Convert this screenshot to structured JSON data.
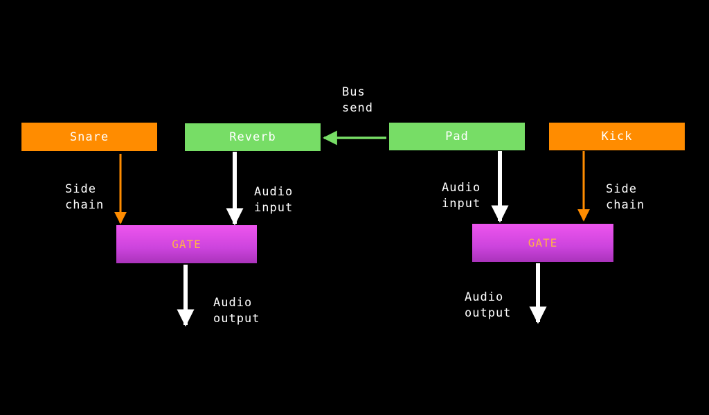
{
  "nodes": {
    "snare": "Snare",
    "reverb": "Reverb",
    "pad": "Pad",
    "kick": "Kick",
    "gate_left": "GATE",
    "gate_right": "GATE"
  },
  "labels": {
    "bus_send": [
      "Bus",
      "send"
    ],
    "side_chain_left": [
      "Side",
      "chain"
    ],
    "audio_input_left": [
      "Audio",
      "input"
    ],
    "audio_output_left": [
      "Audio",
      "output"
    ],
    "audio_input_right": [
      "Audio",
      "input"
    ],
    "side_chain_right": [
      "Side",
      "chain"
    ],
    "audio_output_right": [
      "Audio",
      "output"
    ]
  },
  "colors": {
    "background": "#000000",
    "instrument_box": "#ff8c00",
    "bus_box": "#77dd66",
    "gate_box": "#dd4ee6",
    "gate_text": "#ffb347",
    "side_chain_arrow": "#ff8c00",
    "bus_send_arrow": "#77dd66",
    "audio_arrow": "#ffffff"
  }
}
